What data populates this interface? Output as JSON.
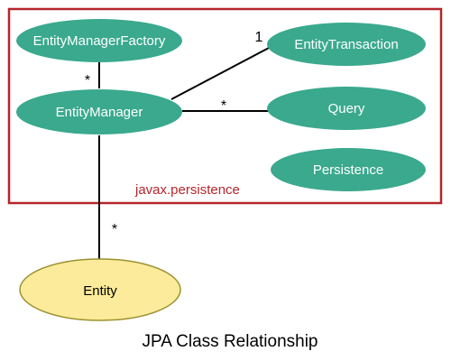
{
  "colors": {
    "node_fill": "#3aa98e",
    "entity_fill": "#fbeb9a",
    "entity_stroke": "#9b9130",
    "package_border": "#b5262b",
    "package_label": "#b5262b",
    "line": "#000000"
  },
  "package": {
    "label": "javax.persistence"
  },
  "nodes": {
    "entity_manager_factory": "EntityManagerFactory",
    "entity_manager": "EntityManager",
    "entity_transaction": "EntityTransaction",
    "query": "Query",
    "persistence": "Persistence",
    "entity": "Entity"
  },
  "multiplicities": {
    "factory_to_manager": "*",
    "manager_to_transaction": "1",
    "manager_to_query": "*",
    "manager_to_entity": "*"
  },
  "caption": "JPA Class Relationship"
}
